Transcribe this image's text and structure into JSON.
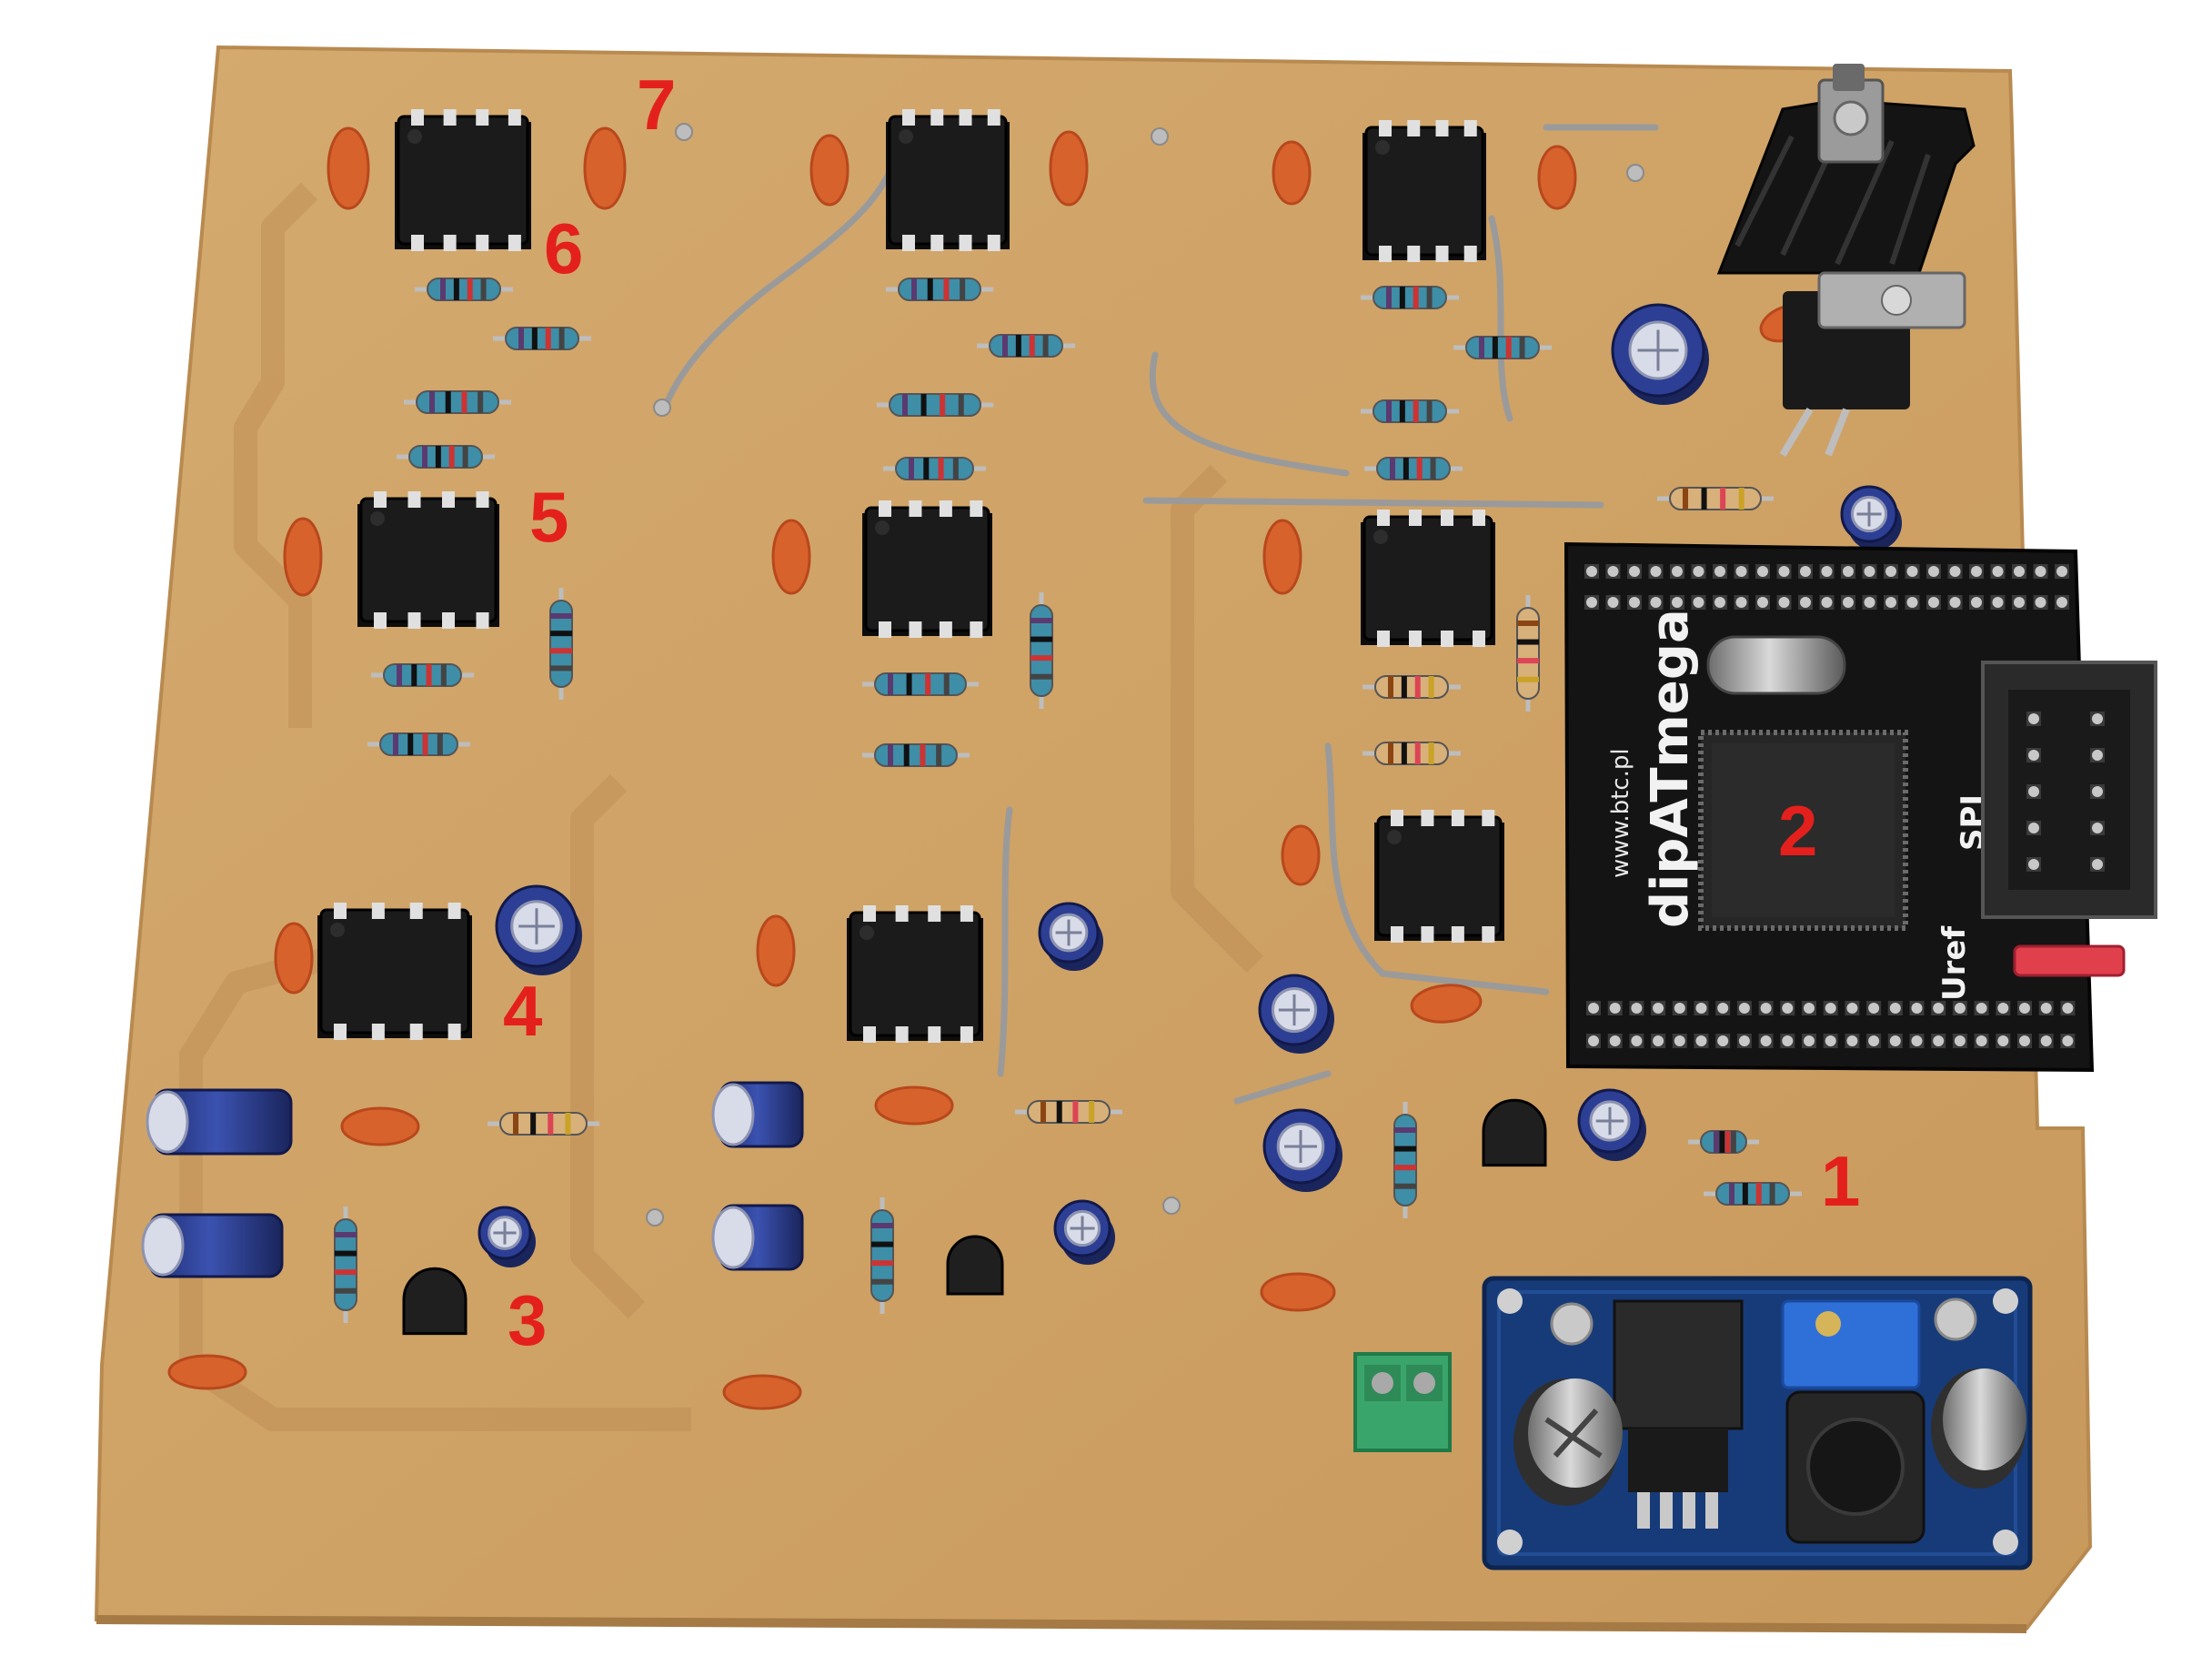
{
  "photo": {
    "callouts": [
      "1",
      "2",
      "3",
      "4",
      "5",
      "6",
      "7"
    ],
    "module_silkscreen": {
      "website": "www.btc.pl",
      "brand": "dipATmega",
      "header_label": "SPI",
      "jumper_label": "Uref"
    },
    "colors": {
      "background": "#ffffff",
      "pcb": "#cfa266",
      "ic_body": "#1b1b1b",
      "callout": "#e4201d",
      "ceramic_cap": "#d8622c",
      "electrolytic_cap": "#2c3f94",
      "buck_module": "#173b78",
      "terminal_block": "#3aa56a"
    }
  }
}
